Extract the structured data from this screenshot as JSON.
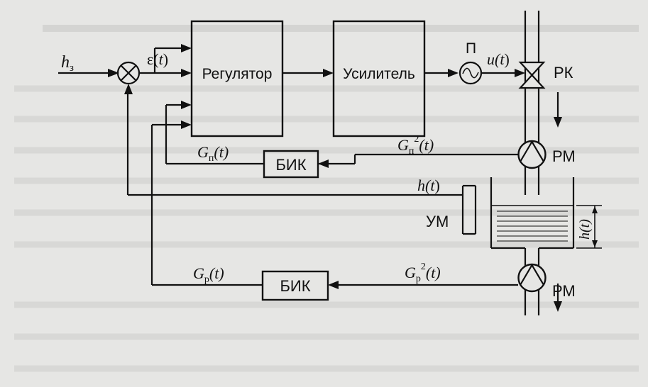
{
  "blocks": {
    "regulator": "Регулятор",
    "amplifier": "Усилитель",
    "bik_top": "БИК",
    "bik_bottom": "БИК"
  },
  "labels": {
    "h_z": "h",
    "h_z_sub": "з",
    "eps": "ε(",
    "eps_t": "t",
    "eps_close": ")",
    "u": "u(",
    "u_t": "t",
    "u_close": ")",
    "p": "П",
    "rk": "РК",
    "rm_top": "РМ",
    "rm_bottom": "РМ",
    "um": "УМ",
    "h_t": "h(",
    "h_t_t": "t",
    "h_t_close": ")",
    "level_h": "h(t)",
    "gp_left_G": "G",
    "gp_left_sub": "п",
    "gp_left_t": "(t)",
    "gp_right_G": "G",
    "gp_right_sub": "п",
    "gp_right_sup": "2",
    "gp_right_t": "(t)",
    "gr_left_G": "G",
    "gr_left_sub": "р",
    "gr_left_t": "(t)",
    "gr_right_G": "G",
    "gr_right_sub": "р",
    "gr_right_sup": "2",
    "gr_right_t": "(t)"
  },
  "colors": {
    "ink": "#111111",
    "paper": "#e6e6e4",
    "ghost_text": "#cfcfcd"
  }
}
